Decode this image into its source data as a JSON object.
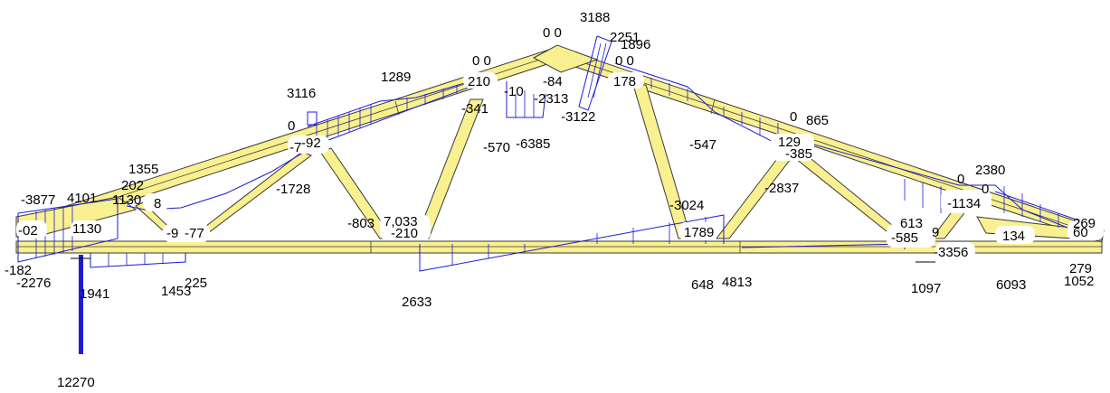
{
  "colors": {
    "member_fill": "#f9f08f",
    "member_stroke": "#3a3a3a",
    "diagram_line": "#1c1cd6",
    "label_text": "#000000",
    "background": "#ffffff"
  },
  "labels": {
    "apex_pair": "0 0",
    "apex_top": "3188",
    "top_r1": "2251",
    "top_r2": "1896",
    "apex_r0": "0 0",
    "left_0a": "0 0",
    "rafter_l_mid": "1289",
    "peak_l_210": "210",
    "peak_n84": "-84",
    "peak_n10": "-10",
    "peak_178": "178",
    "peak_n2313": "-2313",
    "peak_n3122": "-3122",
    "v_n341": "-341",
    "v_3116": "3116",
    "node_l2_0": "0",
    "node_l2_n92": "-92",
    "node_l2_n7": "-7",
    "w_n570": "-570",
    "w_n6385": "-6385",
    "w_n547": "-547",
    "node_r2_0": "0",
    "node_r2_865": "865",
    "node_r2_129": "129",
    "node_r2_n385": "-385",
    "eave_l_1355": "1355",
    "eave_l_202": "202",
    "eave_l_n3877": "-3877",
    "eave_l_4101": "4101",
    "eave_l_1130a": "1130",
    "eave_l_8": "8",
    "web_n1728": "-1728",
    "web_n2837": "-2837",
    "web_n3024": "-3024",
    "node_r3_0": "0",
    "node_r3_2380": "2380",
    "node_r3_0b": "0",
    "node_r3_n1134": "-1134",
    "heel_l_n02": "-02",
    "heel_l_1130": "1130",
    "bl_n9": "-9",
    "bl_n77": "-77",
    "bm_n803": "-803",
    "bm_033": "7,033",
    "bm_n210": "-210",
    "br_1789": "1789",
    "br_613": "613",
    "br_9": "9",
    "br_n585": "-585",
    "br_134": "134",
    "heel_r_269": "269",
    "heel_r_60": "60",
    "bottom_n3356": "-3356",
    "bottom_n182": "-182",
    "bottom_n2276": "-2276",
    "sup_1941": "1941",
    "bot_1453": "1453",
    "bot_225": "225",
    "bot_2633": "2633",
    "bot_648": "648",
    "bot_4813": "4813",
    "bot_1097": "1097",
    "bot_6093": "6093",
    "bot_1052": "1052",
    "bot_279": "279",
    "reaction_12270": "12270"
  }
}
